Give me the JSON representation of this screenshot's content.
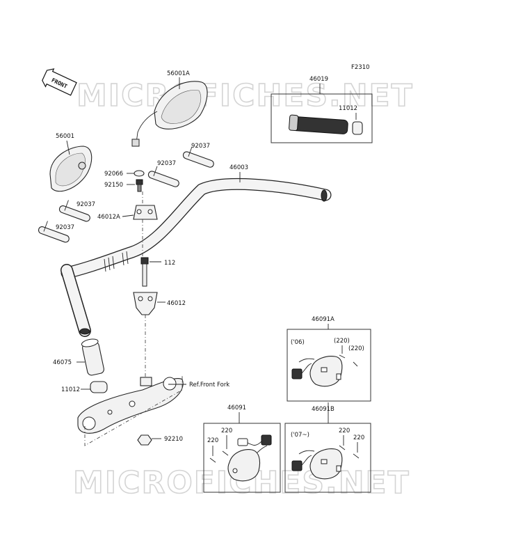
{
  "diagram_code": "F2310",
  "front_badge": "FRONT",
  "watermark": "MICROFICHES.NET",
  "labels": {
    "p56001a": "56001A",
    "p56001": "56001",
    "p46019": "46019",
    "p11012_top": "11012",
    "p92037_a": "92037",
    "p92037_b": "92037",
    "p92037_c": "92037",
    "p92037_d": "92037",
    "p92066": "92066",
    "p92150": "92150",
    "p46003": "46003",
    "p46012a": "46012A",
    "p112": "112",
    "p46012": "46012",
    "p46075": "46075",
    "p11012_bottom": "11012",
    "ref_front_fork": "Ref.Front Fork",
    "p92210": "92210",
    "p46091a": "46091A",
    "p46091": "46091",
    "p46091b": "46091B",
    "year_06": "('06)",
    "year_07": "('07~)",
    "p220_a1": "(220)",
    "p220_a2": "(220)",
    "p220_m1": "220",
    "p220_m2": "220",
    "p220_b1": "220",
    "p220_b2": "220"
  }
}
